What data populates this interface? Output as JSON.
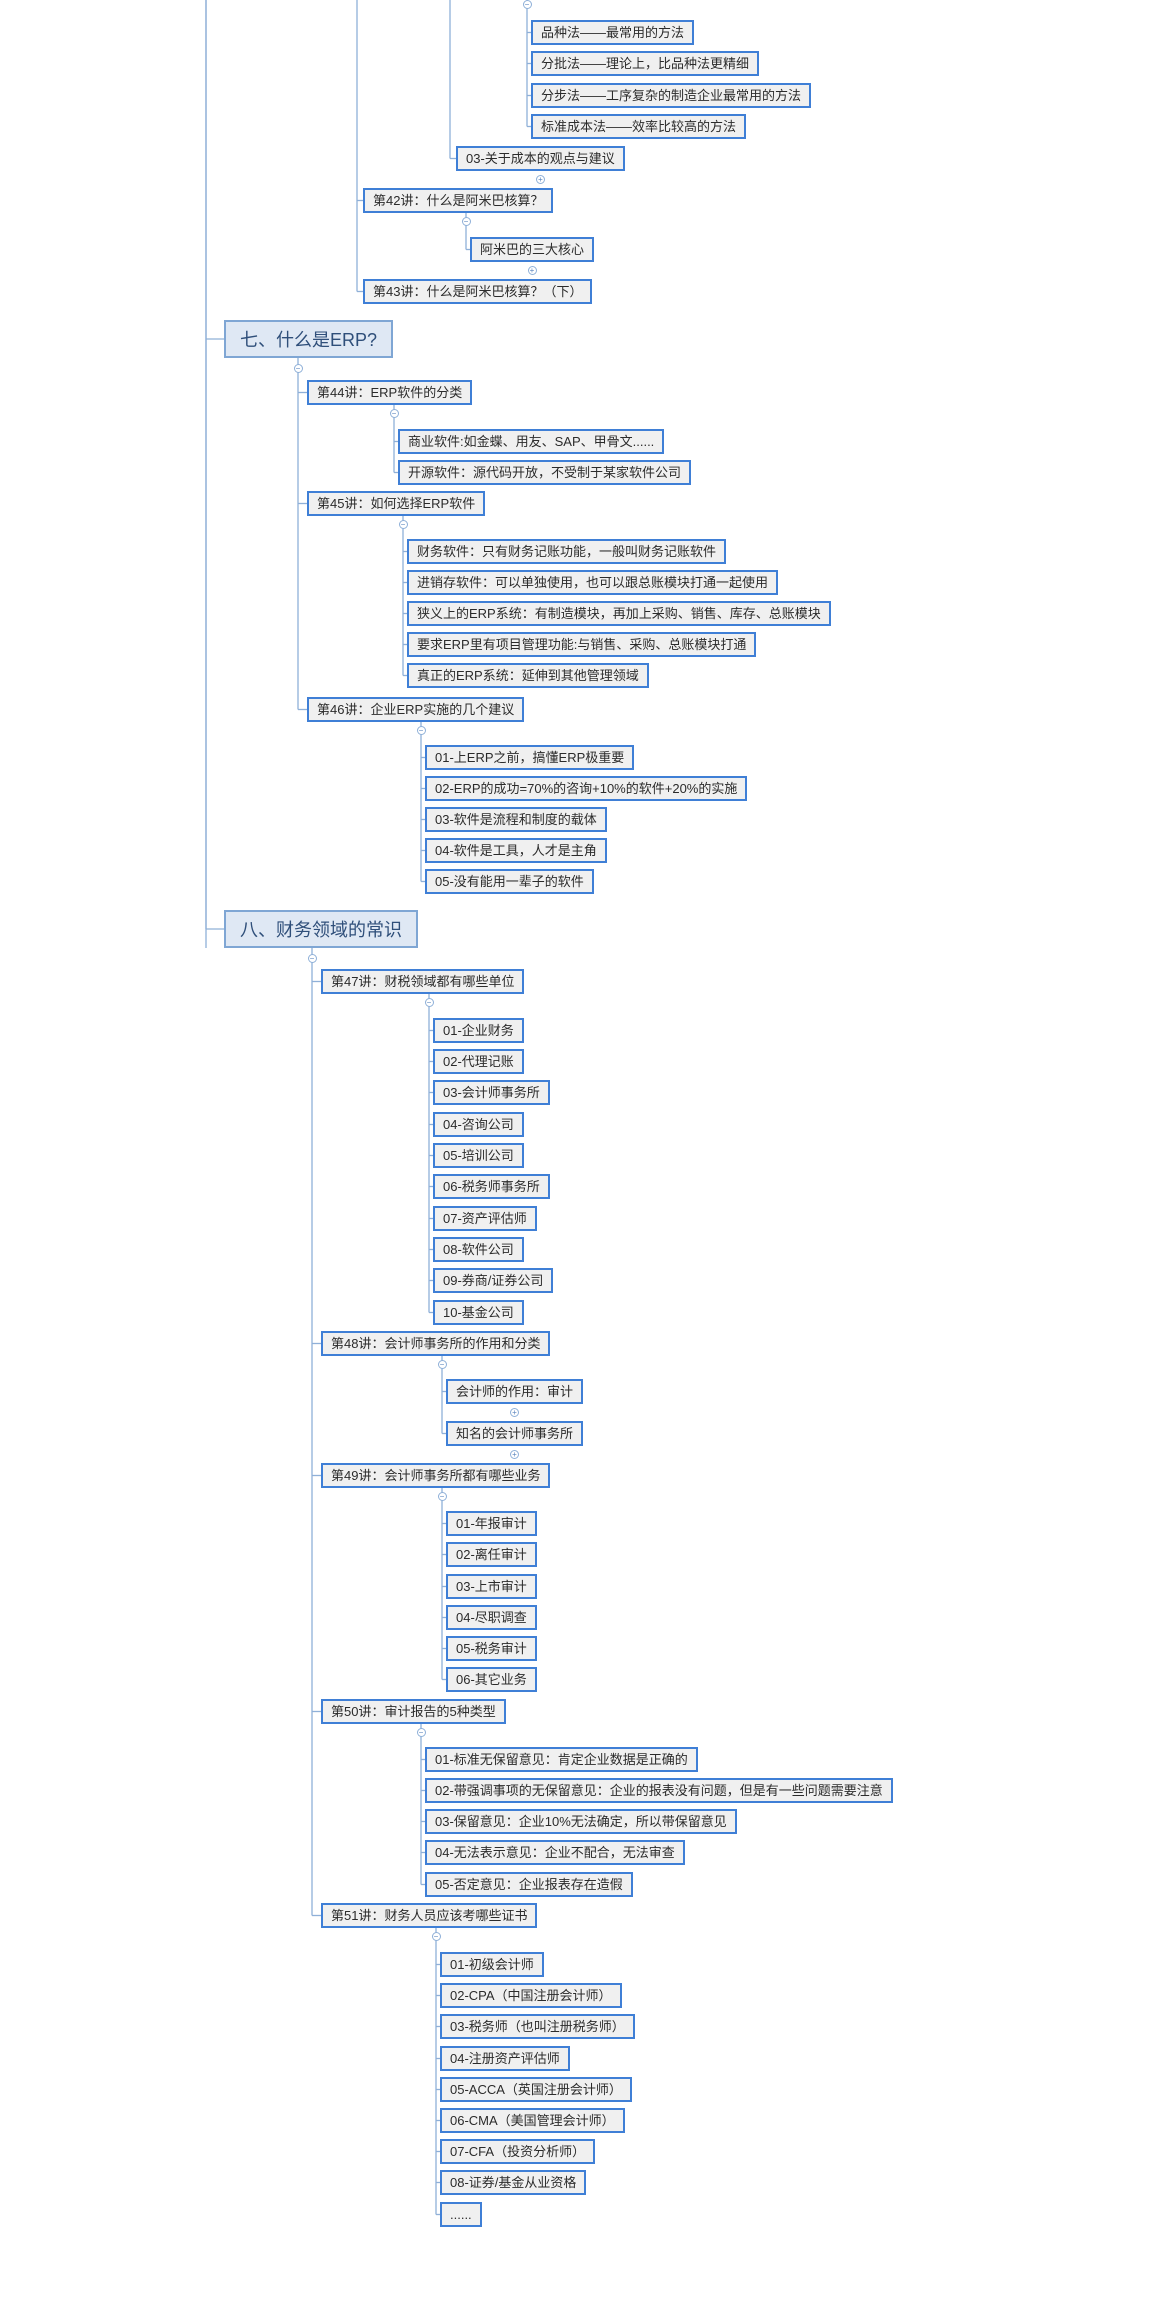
{
  "nodes": [
    {
      "id": "l1",
      "type": "leaf",
      "text": "品种法——最常用的方法",
      "pid": "v_top"
    },
    {
      "id": "l2",
      "type": "leaf",
      "text": "分批法——理论上，比品种法更精细",
      "pid": "v_top"
    },
    {
      "id": "l3",
      "type": "leaf",
      "text": "分步法——工序复杂的制造企业最常用的方法",
      "pid": "v_top"
    },
    {
      "id": "l4",
      "type": "leaf",
      "text": "标准成本法——效率比较高的方法",
      "pid": "v_top"
    },
    {
      "id": "l5",
      "type": "leaf",
      "text": "03-关于成本的观点与建议",
      "pid": "v_top2"
    },
    {
      "id": "L42",
      "type": "lecture",
      "text": "第42讲：什么是阿米巴核算？",
      "pid": "v_s6"
    },
    {
      "id": "l6",
      "type": "leaf",
      "text": "阿米巴的三大核心",
      "pid": "L42"
    },
    {
      "id": "L43",
      "type": "lecture",
      "text": "第43讲：什么是阿米巴核算？（下）",
      "pid": "v_s6"
    },
    {
      "id": "S7",
      "type": "section",
      "text": "七、什么是ERP?",
      "pid": "root"
    },
    {
      "id": "L44",
      "type": "lecture",
      "text": "第44讲：ERP软件的分类",
      "pid": "S7"
    },
    {
      "id": "c44a",
      "type": "leaf",
      "text": "商业软件:如金蝶、用友、SAP、甲骨文......",
      "pid": "L44"
    },
    {
      "id": "c44b",
      "type": "leaf",
      "text": "开源软件：源代码开放，不受制于某家软件公司",
      "pid": "L44"
    },
    {
      "id": "L45",
      "type": "lecture",
      "text": "第45讲：如何选择ERP软件",
      "pid": "S7"
    },
    {
      "id": "c45a",
      "type": "leaf",
      "text": "财务软件：只有财务记账功能，一般叫财务记账软件",
      "pid": "L45"
    },
    {
      "id": "c45b",
      "type": "leaf",
      "text": "进销存软件：可以单独使用，也可以跟总账模块打通一起使用",
      "pid": "L45"
    },
    {
      "id": "c45c",
      "type": "leaf",
      "text": "狭义上的ERP系统：有制造模块，再加上采购、销售、库存、总账模块",
      "pid": "L45"
    },
    {
      "id": "c45d",
      "type": "leaf",
      "text": "要求ERP里有项目管理功能:与销售、采购、总账模块打通",
      "pid": "L45"
    },
    {
      "id": "c45e",
      "type": "leaf",
      "text": "真正的ERP系统：延伸到其他管理领域",
      "pid": "L45"
    },
    {
      "id": "L46",
      "type": "lecture",
      "text": "第46讲：企业ERP实施的几个建议",
      "pid": "S7"
    },
    {
      "id": "c46a",
      "type": "leaf",
      "text": "01-上ERP之前，搞懂ERP极重要",
      "pid": "L46"
    },
    {
      "id": "c46b",
      "type": "leaf",
      "text": "02-ERP的成功=70%的咨询+10%的软件+20%的实施",
      "pid": "L46"
    },
    {
      "id": "c46c",
      "type": "leaf",
      "text": "03-软件是流程和制度的载体",
      "pid": "L46"
    },
    {
      "id": "c46d",
      "type": "leaf",
      "text": "04-软件是工具，人才是主角",
      "pid": "L46"
    },
    {
      "id": "c46e",
      "type": "leaf",
      "text": "05-没有能用一辈子的软件",
      "pid": "L46"
    },
    {
      "id": "S8",
      "type": "section",
      "text": "八、财务领域的常识",
      "pid": "root"
    },
    {
      "id": "L47",
      "type": "lecture",
      "text": "第47讲：财税领域都有哪些单位",
      "pid": "S8"
    },
    {
      "id": "c47a",
      "type": "leaf",
      "text": "01-企业财务",
      "pid": "L47"
    },
    {
      "id": "c47b",
      "type": "leaf",
      "text": "02-代理记账",
      "pid": "L47"
    },
    {
      "id": "c47c",
      "type": "leaf",
      "text": "03-会计师事务所",
      "pid": "L47"
    },
    {
      "id": "c47d",
      "type": "leaf",
      "text": "04-咨询公司",
      "pid": "L47"
    },
    {
      "id": "c47e",
      "type": "leaf",
      "text": "05-培训公司",
      "pid": "L47"
    },
    {
      "id": "c47f",
      "type": "leaf",
      "text": "06-税务师事务所",
      "pid": "L47"
    },
    {
      "id": "c47g",
      "type": "leaf",
      "text": "07-资产评估师",
      "pid": "L47"
    },
    {
      "id": "c47h",
      "type": "leaf",
      "text": "08-软件公司",
      "pid": "L47"
    },
    {
      "id": "c47i",
      "type": "leaf",
      "text": "09-券商/证券公司",
      "pid": "L47"
    },
    {
      "id": "c47j",
      "type": "leaf",
      "text": "10-基金公司",
      "pid": "L47"
    },
    {
      "id": "L48",
      "type": "lecture",
      "text": "第48讲：会计师事务所的作用和分类",
      "pid": "S8"
    },
    {
      "id": "c48a",
      "type": "leaf",
      "text": "会计师的作用：审计",
      "pid": "L48"
    },
    {
      "id": "c48b",
      "type": "leaf",
      "text": "知名的会计师事务所",
      "pid": "L48"
    },
    {
      "id": "L49",
      "type": "lecture",
      "text": "第49讲：会计师事务所都有哪些业务",
      "pid": "S8"
    },
    {
      "id": "c49a",
      "type": "leaf",
      "text": "01-年报审计",
      "pid": "L49"
    },
    {
      "id": "c49b",
      "type": "leaf",
      "text": "02-离任审计",
      "pid": "L49"
    },
    {
      "id": "c49c",
      "type": "leaf",
      "text": "03-上市审计",
      "pid": "L49"
    },
    {
      "id": "c49d",
      "type": "leaf",
      "text": "04-尽职调查",
      "pid": "L49"
    },
    {
      "id": "c49e",
      "type": "leaf",
      "text": "05-税务审计",
      "pid": "L49"
    },
    {
      "id": "c49f",
      "type": "leaf",
      "text": "06-其它业务",
      "pid": "L49"
    },
    {
      "id": "L50",
      "type": "lecture",
      "text": "第50讲：审计报告的5种类型",
      "pid": "S8"
    },
    {
      "id": "c50a",
      "type": "leaf",
      "text": "01-标准无保留意见：肯定企业数据是正确的",
      "pid": "L50"
    },
    {
      "id": "c50b",
      "type": "leaf",
      "text": "02-带强调事项的无保留意见：企业的报表没有问题，但是有一些问题需要注意",
      "pid": "L50"
    },
    {
      "id": "c50c",
      "type": "leaf",
      "text": "03-保留意见：企业10%无法确定，所以带保留意见",
      "pid": "L50"
    },
    {
      "id": "c50d",
      "type": "leaf",
      "text": "04-无法表示意见：企业不配合，无法审查",
      "pid": "L50"
    },
    {
      "id": "c50e",
      "type": "leaf",
      "text": "05-否定意见：企业报表存在造假",
      "pid": "L50"
    },
    {
      "id": "L51",
      "type": "lecture",
      "text": "第51讲：财务人员应该考哪些证书",
      "pid": "S8"
    },
    {
      "id": "c51a",
      "type": "leaf",
      "text": "01-初级会计师",
      "pid": "L51"
    },
    {
      "id": "c51b",
      "type": "leaf",
      "text": "02-CPA（中国注册会计师）",
      "pid": "L51"
    },
    {
      "id": "c51c",
      "type": "leaf",
      "text": "03-税务师（也叫注册税务师）",
      "pid": "L51"
    },
    {
      "id": "c51d",
      "type": "leaf",
      "text": "04-注册资产评估师",
      "pid": "L51"
    },
    {
      "id": "c51e",
      "type": "leaf",
      "text": "05-ACCA（英国注册会计师）",
      "pid": "L51"
    },
    {
      "id": "c51f",
      "type": "leaf",
      "text": "06-CMA（美国管理会计师）",
      "pid": "L51"
    },
    {
      "id": "c51g",
      "type": "leaf",
      "text": "07-CFA（投资分析师）",
      "pid": "L51"
    },
    {
      "id": "c51h",
      "type": "leaf",
      "text": "08-证券/基金从业资格",
      "pid": "L51"
    },
    {
      "id": "c51i",
      "type": "leaf",
      "text": "......",
      "pid": "L51"
    }
  ],
  "toggles": [
    {
      "for": "v_top",
      "symbol": "−"
    },
    {
      "for": "l5",
      "symbol": "+"
    },
    {
      "for": "L42",
      "symbol": "−"
    },
    {
      "for": "l6",
      "symbol": "+"
    },
    {
      "for": "S7",
      "symbol": "−"
    },
    {
      "for": "L44",
      "symbol": "−"
    },
    {
      "for": "L45",
      "symbol": "−"
    },
    {
      "for": "L46",
      "symbol": "−"
    },
    {
      "for": "S8",
      "symbol": "−"
    },
    {
      "for": "L47",
      "symbol": "−"
    },
    {
      "for": "L48",
      "symbol": "−"
    },
    {
      "for": "c48a",
      "symbol": "+"
    },
    {
      "for": "c48b",
      "symbol": "+"
    },
    {
      "for": "L49",
      "symbol": "−"
    },
    {
      "for": "L50",
      "symbol": "−"
    },
    {
      "for": "L51",
      "symbol": "−"
    }
  ],
  "colors": {
    "line": "#8fb0d8",
    "border": "#3f7fd6",
    "fill": "#f0f0f0",
    "section_fill": "#dfe8f4"
  }
}
